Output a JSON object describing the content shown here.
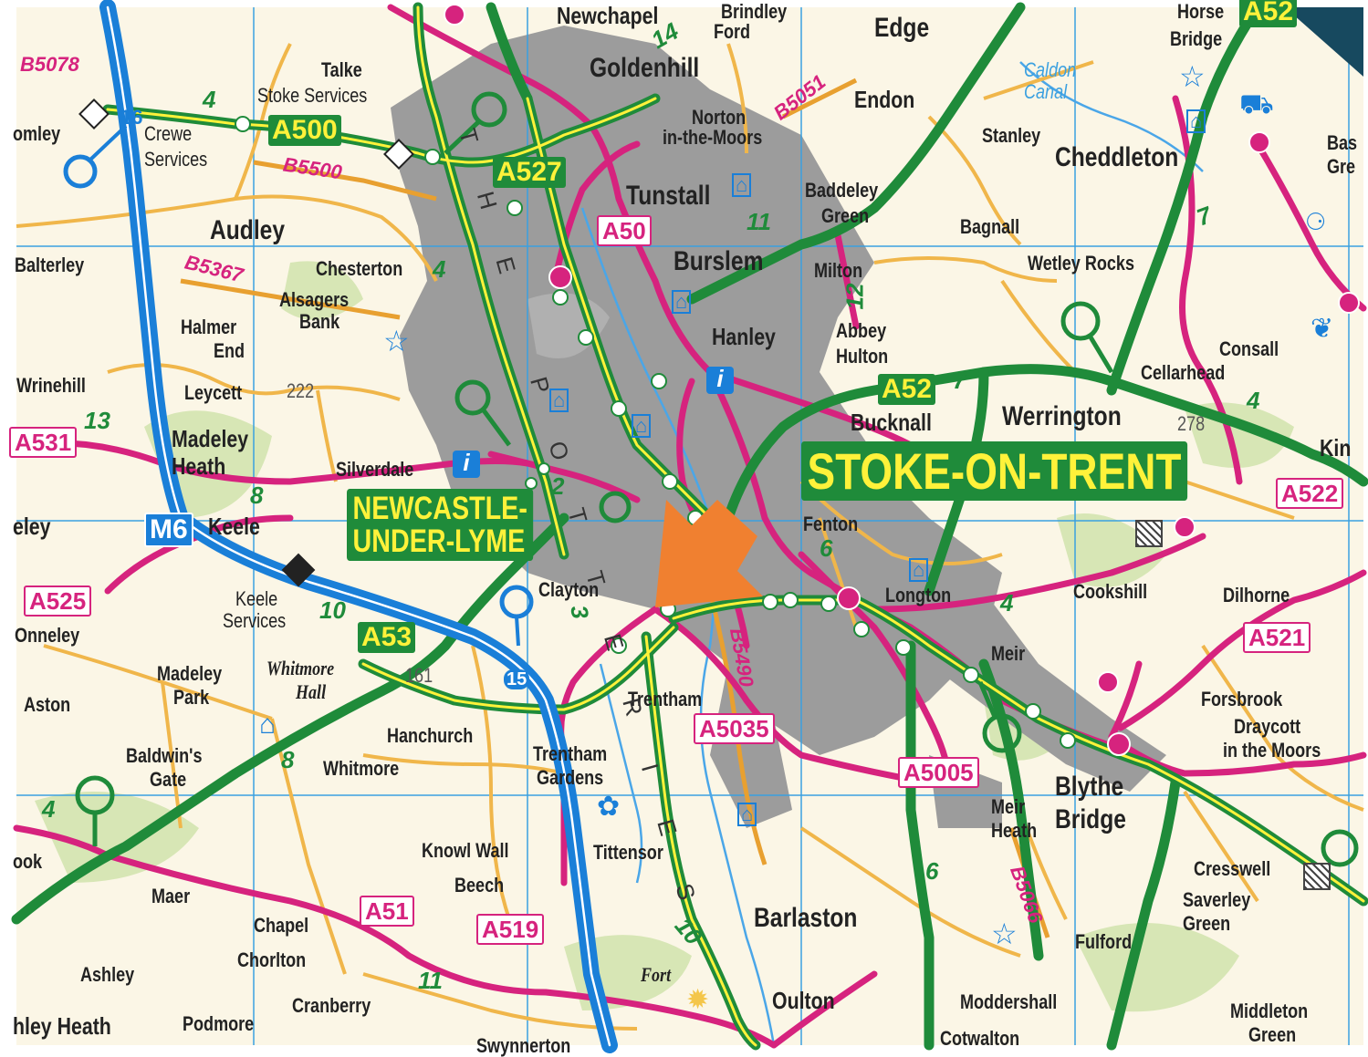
{
  "places": {
    "stoke": "STOKE-ON-TRENT",
    "newcastle_line1": "NEWCASTLE-",
    "newcastle_line2": "UNDER-LYME",
    "goldenhill": "Goldenhill",
    "newchapel": "Newchapel",
    "brindley_ford_1": "Brindley",
    "brindley_ford_2": "Ford",
    "edge": "Edge",
    "horse_bridge_1": "Horse",
    "horse_bridge_2": "Bridge",
    "talke": "Talke",
    "stoke_services": "Stoke Services",
    "crewe_services_1": "Crewe",
    "crewe_services_2": "Services",
    "romley": "omley",
    "norton_1": "Norton",
    "norton_2": "in-the-Moors",
    "endon": "Endon",
    "stanley": "Stanley",
    "cheddleton": "Cheddleton",
    "bas_1": "Bas",
    "bas_2": "Gre",
    "tunstall": "Tunstall",
    "baddeley_1": "Baddeley",
    "baddeley_2": "Green",
    "audley": "Audley",
    "bagnall": "Bagnall",
    "burslem": "Burslem",
    "balterley": "Balterley",
    "chesterton": "Chesterton",
    "milton": "Milton",
    "wetley_rocks": "Wetley Rocks",
    "alsagers_1": "Alsagers",
    "alsagers_2": "Bank",
    "halmer_1": "Halmer",
    "halmer_2": "End",
    "hanley": "Hanley",
    "abbey_1": "Abbey",
    "abbey_2": "Hulton",
    "consall": "Consall",
    "cellarhead": "Cellarhead",
    "wrinehill": "Wrinehill",
    "leycett": "Leycett",
    "bucknall": "Bucknall",
    "werrington": "Werrington",
    "kin": "Kin",
    "madeley_heath_1": "Madeley",
    "madeley_heath_2": "Heath",
    "silverdale": "Silverdale",
    "fenton": "Fenton",
    "keele": "Keele",
    "eley": "eley",
    "cookshill": "Cookshill",
    "dilhorne": "Dilhorne",
    "clayton": "Clayton",
    "longton": "Longton",
    "keele_services_1": "Keele",
    "keele_services_2": "Services",
    "onneley": "Onneley",
    "meir": "Meir",
    "madeley_park_1": "Madeley",
    "madeley_park_2": "Park",
    "whitmore_hall_1": "Whitmore",
    "whitmore_hall_2": "Hall",
    "aston": "Aston",
    "trentham": "Trentham",
    "forsbrook": "Forsbrook",
    "draycott_1": "Draycott",
    "draycott_2": "in the Moors",
    "hanchurch": "Hanchurch",
    "baldwins_1": "Baldwin's",
    "baldwins_2": "Gate",
    "whitmore": "Whitmore",
    "trentham_gardens_1": "Trentham",
    "trentham_gardens_2": "Gardens",
    "blythe_1": "Blythe",
    "blythe_2": "Bridge",
    "meir_heath_1": "Meir",
    "meir_heath_2": "Heath",
    "knowl_wall": "Knowl Wall",
    "tittensor": "Tittensor",
    "cresswell": "Cresswell",
    "ook": "ook",
    "beech": "Beech",
    "maer": "Maer",
    "saverley_1": "Saverley",
    "saverley_2": "Green",
    "chapel_chorlton_1": "Chapel",
    "chapel_chorlton_2": "Chorlton",
    "barlaston": "Barlaston",
    "fulford": "Fulford",
    "ashley": "Ashley",
    "fort": "Fort",
    "oulton": "Oulton",
    "moddershall": "Moddershall",
    "middleton_1": "Middleton",
    "middleton_2": "Green",
    "ashley_heath": "hley Heath",
    "podmore": "Podmore",
    "cranberry": "Cranberry",
    "swynnerton": "Swynnerton",
    "cotwalton": "Cotwalton",
    "caldon_1": "Caldon",
    "caldon_2": "Canal",
    "potteries": "THE POTTERIES",
    "height_222": "222",
    "height_278": "278",
    "height_161": "161"
  },
  "roads": {
    "a500": "A500",
    "a527": "A527",
    "a50": "A50",
    "a52": "A52",
    "a53": "A53",
    "a52_top": "A52",
    "a531": "A531",
    "a525": "A525",
    "a522": "A522",
    "a521": "A521",
    "a5035": "A5035",
    "a5005": "A5005",
    "a51": "A51",
    "a519": "A519",
    "b5078": "B5078",
    "b5500": "B5500",
    "b5367": "B5367",
    "b5051": "B5051",
    "b5490": "B5490",
    "b5066": "B5066",
    "m6": "M6"
  },
  "junctions": {
    "j4a": "4",
    "j16": "16",
    "j14": "14",
    "j4b": "4",
    "j11": "11",
    "j12": "12",
    "j7a": "7",
    "j7b": "7",
    "j13": "13",
    "j8a": "8",
    "j2": "2",
    "j6a": "6",
    "j10a": "10",
    "j3": "3",
    "j15": "15",
    "j4c": "4",
    "j4d": "4",
    "j8b": "8",
    "j4e": "4",
    "j6b": "6",
    "j11b": "11",
    "j10b": "10"
  },
  "colors": {
    "urban": "#9c9c9c",
    "background": "#fbf6e6",
    "primary_road": "#1f8b3a",
    "primary_text": "#fff23a",
    "a_road": "#d6237e",
    "b_road": "#f0b64a",
    "motorway": "#1a7fd8",
    "grid": "#3aa0e0",
    "arrow": "#f08030",
    "woodland": "#d7e6b5"
  },
  "icons": {
    "marker": "orange-arrow-marker",
    "info": "tourist-info-icon",
    "museum": "museum-icon",
    "services": "services-icon",
    "viewpoint": "viewpoint-icon",
    "star": "star-attraction-icon"
  }
}
